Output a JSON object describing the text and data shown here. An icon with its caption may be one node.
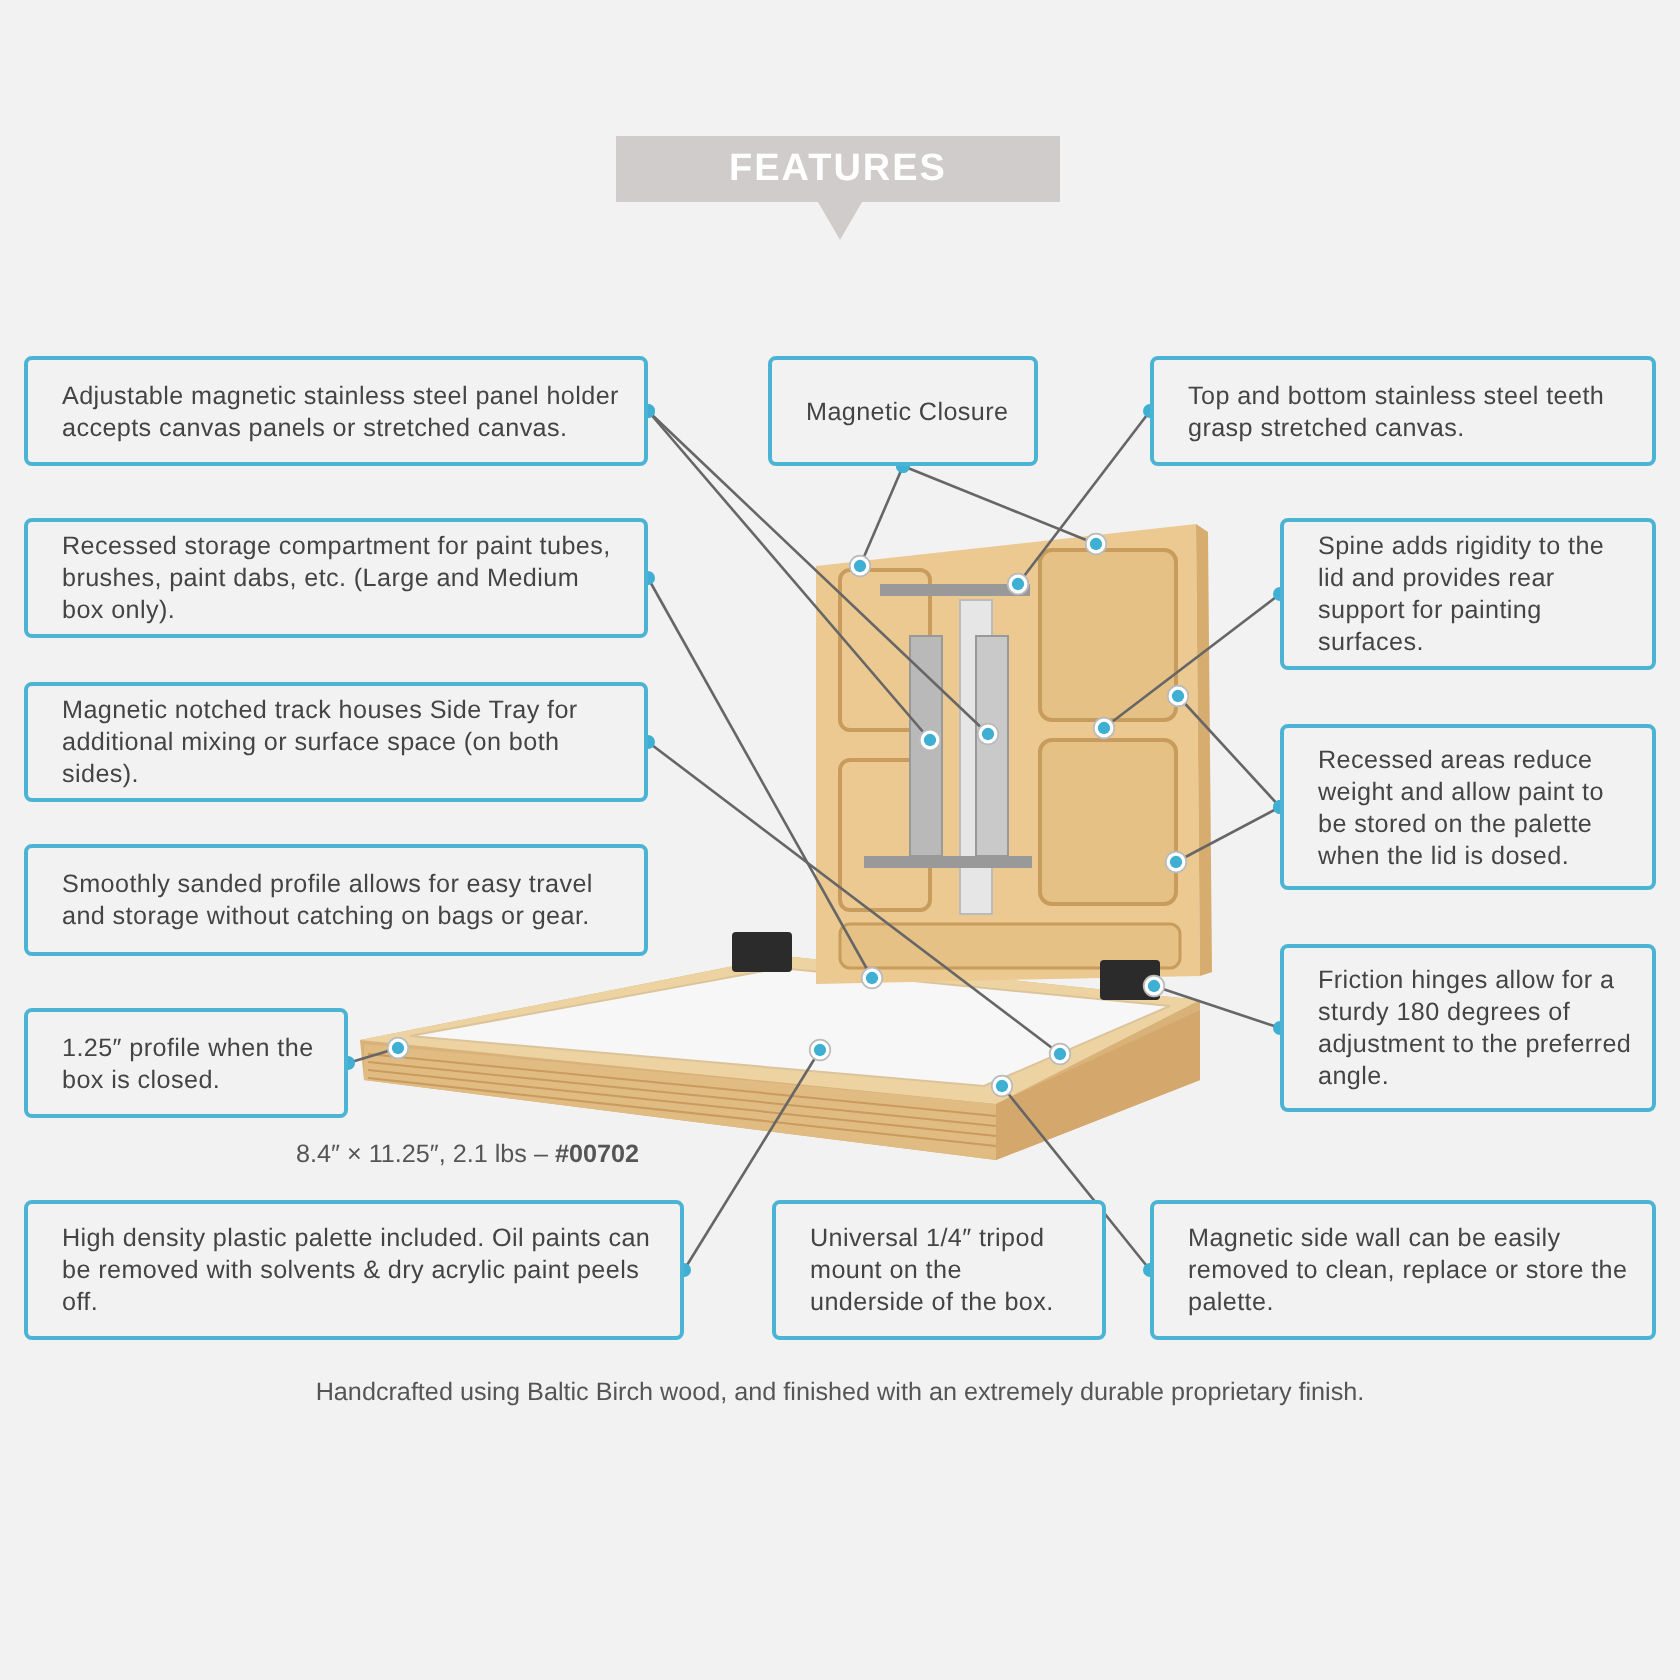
{
  "diagram": {
    "title": "FEATURES",
    "caption": "Handcrafted using Baltic Birch wood, and finished with an extremely durable proprietary finish.",
    "nodes": [
      {
        "text": [
          "Adjustable magnetic stainless steel panel holder accepts canvas panels or stretched canvas."
        ]
      },
      {
        "text": [
          "Magnetic Closure"
        ]
      },
      {
        "text": [
          "Top and bottom stainless steel teeth grasp stretched canvas."
        ]
      },
      {
        "text": [
          "Recessed storage compartment for paint tubes, brushes, paint dabs, etc. (Large and Medium box only)."
        ]
      },
      {
        "text": [
          "Spine adds rigidity to the lid and provides rear support for painting surfaces."
        ]
      },
      {
        "text": [
          "Magnetic notched track houses Side Tray for additional mixing or surface space (on both sides)."
        ]
      },
      {
        "text": [
          "Recessed areas reduce weight and allow paint to be stored on the palette when the lid is dosed."
        ]
      },
      {
        "text": [
          "Smoothly sanded profile allows for easy travel and storage without catching on bags or gear."
        ]
      },
      {
        "text": [
          "Friction hinges allow for a sturdy 180 degrees of adjustment to the preferred angle."
        ]
      },
      {
        "text": [
          "1.25″ profile when the box is closed."
        ]
      },
      {
        "text": [
          "High density plastic palette included. Oil paints can be removed with solvents & dry acrylic paint peels off."
        ]
      },
      {
        "text": [
          "Universal 1/4″ tripod mount on the underside of the box."
        ]
      },
      {
        "text": [
          "Magnetic side wall can be easily removed to clean, replace or store the palette."
        ]
      }
    ],
    "edges": [
      {
        "from": 0,
        "to": null,
        "arrow": "other"
      },
      {
        "from": 0,
        "to": null,
        "arrow": "other"
      },
      {
        "from": 1,
        "to": null,
        "arrow": "other"
      },
      {
        "from": 1,
        "to": null,
        "arrow": "other"
      },
      {
        "from": 2,
        "to": null,
        "arrow": "other"
      },
      {
        "from": 3,
        "to": null,
        "arrow": "other"
      },
      {
        "from": 4,
        "to": null,
        "arrow": "other"
      },
      {
        "from": 5,
        "to": null,
        "arrow": "other"
      },
      {
        "from": 6,
        "to": null,
        "arrow": "other"
      },
      {
        "from": 6,
        "to": null,
        "arrow": "other"
      },
      {
        "from": 8,
        "to": null,
        "arrow": "other"
      },
      {
        "from": 9,
        "to": null,
        "arrow": "other"
      },
      {
        "from": 10,
        "to": null,
        "arrow": "other"
      },
      {
        "from": 12,
        "to": null,
        "arrow": "other"
      }
    ],
    "labels": [
      "8.4″ × 11.25″, 2.1 lbs – **#00702**"
    ]
  }
}
